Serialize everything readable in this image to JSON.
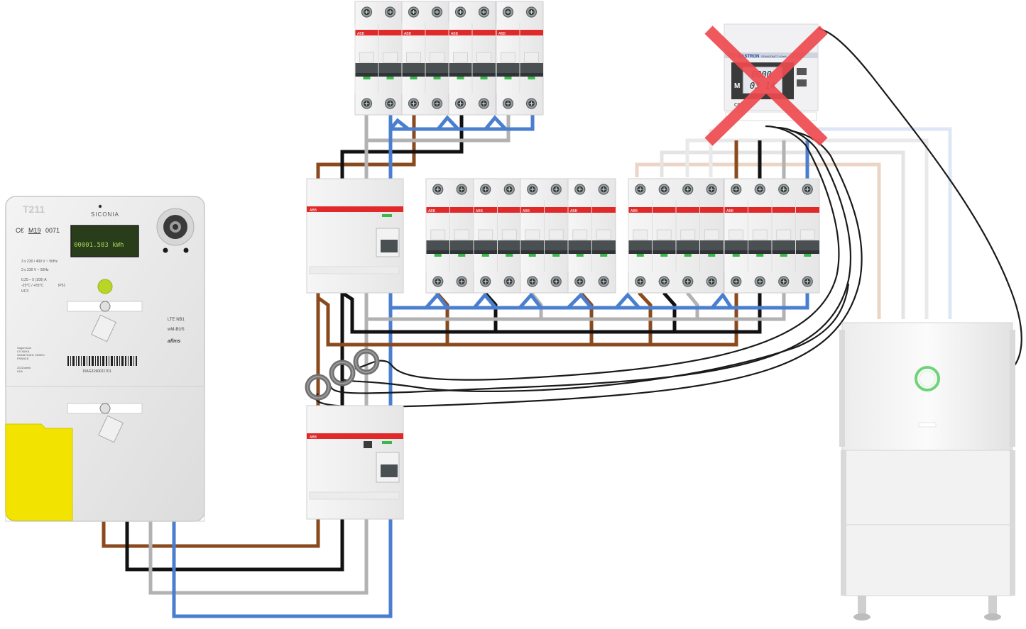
{
  "colors": {
    "phase_brown": "#8a4a1e",
    "phase_black": "#111111",
    "phase_grey": "#b2b2b2",
    "neutral_blue": "#4a7fd0",
    "sense_wire": "#1a1a1a",
    "brand_red": "#e02a2a",
    "cross_red": "#ee4b50",
    "meter_yellow": "#f2e400",
    "meter_led": "#b9d526",
    "battery_ring": "#6fd37a"
  },
  "main_meter": {
    "model": "T211",
    "brand": "SICONIA",
    "cert_mark": "C€",
    "cert_code": "M19",
    "cert_number": "0071",
    "display_reading": "00001.583 kWh",
    "spec_line_1": "3 x 230 / 400 V ~ 50Hz",
    "spec_line_2": "3 x 230 V ~ 50Hz",
    "spec_current": "0,25 – 5 (100) A",
    "spec_temp": "-25°C / +55°C",
    "spec_class": "UC3",
    "spec_ip": "IP51",
    "comms_1": "LTE NB1",
    "comms_2": "wM-BUS",
    "comms_brand": "aflms",
    "serial": "15AG3190021701",
    "maker_block": "Sagemcom\nCS 50001\n92848 RUEIL CEDEX\nFRANCE",
    "date_block": "2022/week\n01/6"
  },
  "breaker_brand": "ABB",
  "energy_meter": {
    "brand": "EASTRON",
    "model": "SDM630MCT-40mA",
    "display_line_1": "0000",
    "display_line_2": "03 14",
    "side_letter": "M",
    "cert_mark": "C€",
    "status": "crossed-out"
  },
  "icons": {
    "cross": "x-mark-icon",
    "current_clamp": "ct-clamp-icon",
    "battery": "battery-storage-icon",
    "meter": "electricity-meter-icon",
    "breaker": "circuit-breaker-icon"
  }
}
